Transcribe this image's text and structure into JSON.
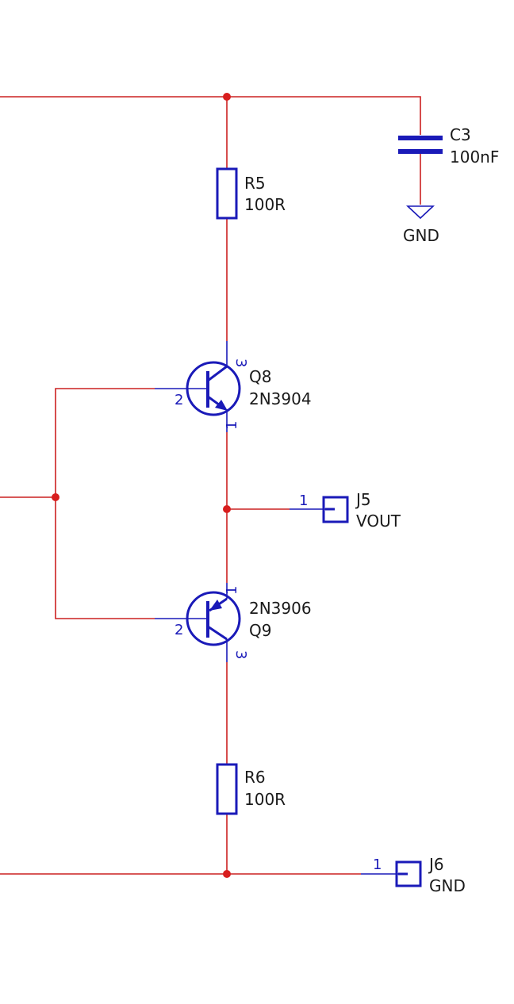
{
  "components": {
    "c3": {
      "ref": "C3",
      "value": "100nF",
      "gnd": "GND"
    },
    "r5": {
      "ref": "R5",
      "value": "100R"
    },
    "q8": {
      "ref": "Q8",
      "value": "2N3904",
      "pin_c": "3",
      "pin_b": "2",
      "pin_e": "1"
    },
    "j5": {
      "ref": "J5",
      "value": "VOUT",
      "pin": "1"
    },
    "q9": {
      "ref": "Q9",
      "value": "2N3906",
      "pin_e": "1",
      "pin_b": "2",
      "pin_c": "3"
    },
    "r6": {
      "ref": "R6",
      "value": "100R"
    },
    "j6": {
      "ref": "J6",
      "value": "GND",
      "pin": "1"
    }
  },
  "colors": {
    "wire": "#cc2020",
    "component": "#1a1ab8",
    "junction": "#d81e1e",
    "text": "#1a1a1a"
  }
}
